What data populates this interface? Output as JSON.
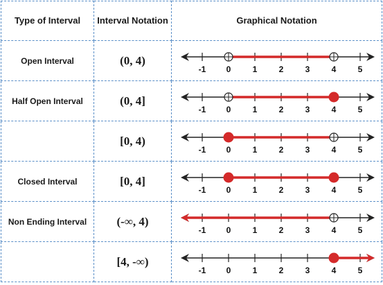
{
  "headers": {
    "type": "Type of Interval",
    "notation": "Interval Notation",
    "graph": "Graphical Notation"
  },
  "axis_ticks": [
    "-1",
    "0",
    "1",
    "2",
    "3",
    "4",
    "5"
  ],
  "colors": {
    "ray": "#d42a2a",
    "axis": "#222222",
    "border": "#5a8fc8"
  },
  "rows": [
    {
      "type": "Open Interval",
      "notation": "(0, 4)",
      "graph": {
        "from": 0,
        "to": 4,
        "left": "open",
        "right": "open"
      }
    },
    {
      "type": "Half Open Interval",
      "notation": "(0, 4]",
      "graph": {
        "from": 0,
        "to": 4,
        "left": "open",
        "right": "closed"
      }
    },
    {
      "type": "",
      "notation": "[0, 4)",
      "graph": {
        "from": 0,
        "to": 4,
        "left": "closed",
        "right": "open"
      }
    },
    {
      "type": "Closed Interval",
      "notation": "[0, 4]",
      "graph": {
        "from": 0,
        "to": 4,
        "left": "closed",
        "right": "closed"
      }
    },
    {
      "type": "Non Ending Interval",
      "notation": "(-∞, 4)",
      "graph": {
        "from": "-inf",
        "to": 4,
        "left": "arrow",
        "right": "open"
      }
    },
    {
      "type": "",
      "notation": "[4, -∞)",
      "graph": {
        "from": 4,
        "to": "inf",
        "left": "closed",
        "right": "arrow"
      }
    }
  ]
}
